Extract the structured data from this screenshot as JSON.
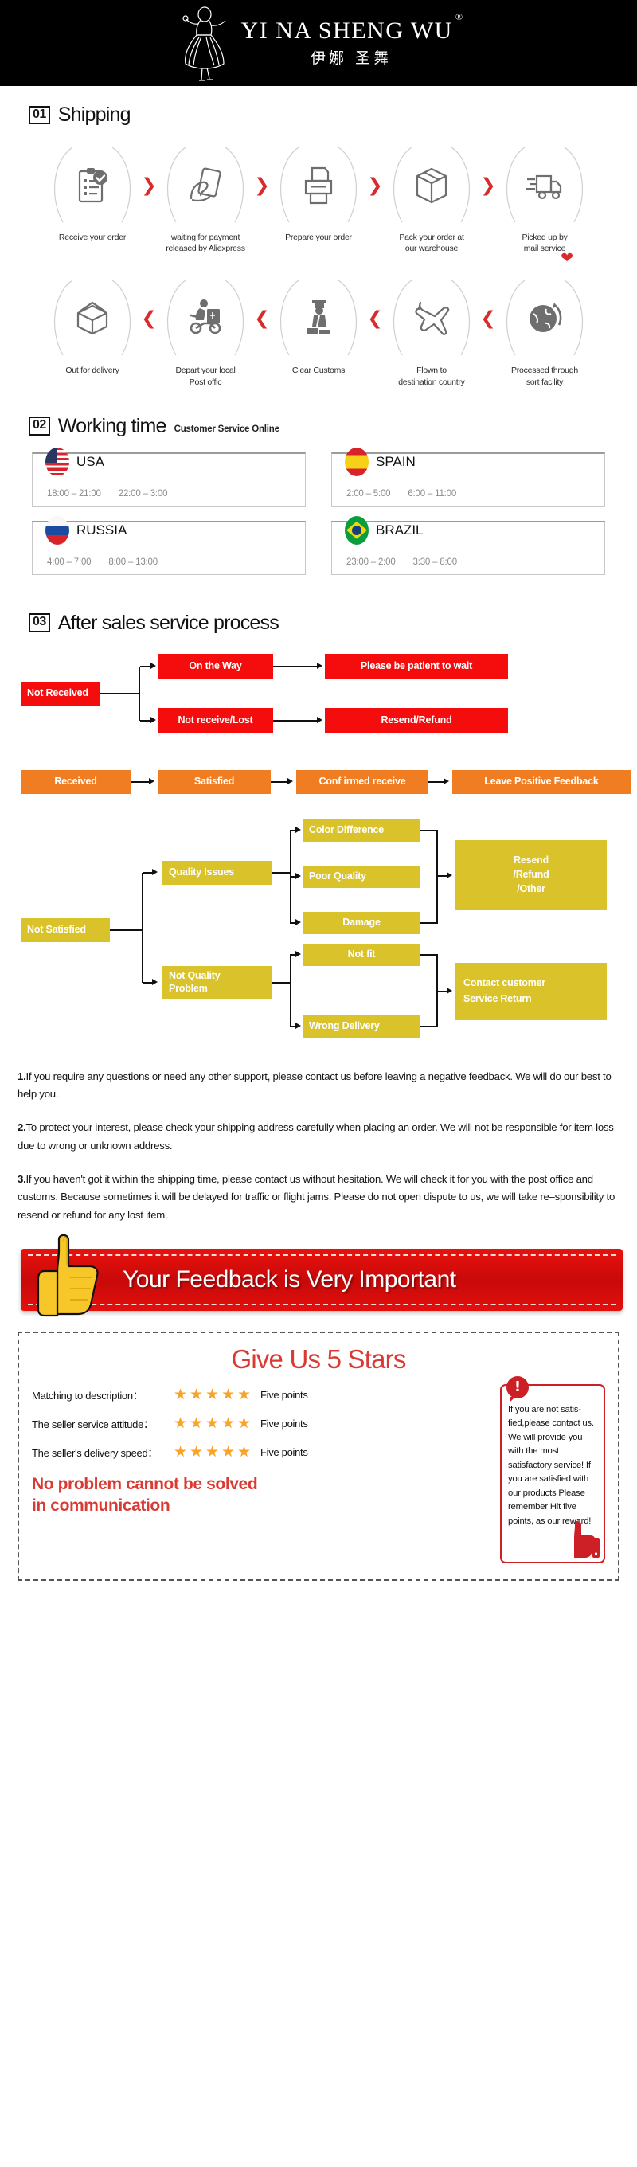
{
  "header": {
    "brand_en": "YI NA SHENG WU",
    "registered_mark": "®",
    "brand_cn": "伊娜 圣舞",
    "logo_icon": "dancer-logo-icon"
  },
  "sections": {
    "shipping": {
      "num": "01",
      "name": "Shipping"
    },
    "working_time": {
      "num": "02",
      "name": "Working time",
      "subtitle": "Customer Service Online"
    },
    "after_sales": {
      "num": "03",
      "name": "After sales service process"
    }
  },
  "shipping_steps_row1": [
    {
      "label": "Receive your order",
      "icon": "clipboard-check-icon"
    },
    {
      "label": "waiting for payment\nreleased by Aliexpress",
      "label_l1": "waiting for payment",
      "label_l2": "released by Aliexpress",
      "icon": "hand-card-icon"
    },
    {
      "label": "Prepare your order",
      "label_l1": "Prepare your order",
      "label_l2": "",
      "icon": "printer-icon"
    },
    {
      "label": "Pack your order at our warehouse",
      "label_l1": "Pack your order at",
      "label_l2": "our warehouse",
      "icon": "box-icon"
    },
    {
      "label": "Picked up by mail service",
      "label_l1": "Picked up by",
      "label_l2": "mail service",
      "icon": "truck-icon"
    }
  ],
  "shipping_steps_row2": [
    {
      "label_l1": "Out  for delivery",
      "label_l2": "",
      "icon": "open-box-icon"
    },
    {
      "label_l1": "Depart your local",
      "label_l2": "Post offic",
      "icon": "scooter-courier-icon"
    },
    {
      "label_l1": "Clear Customs",
      "label_l2": "",
      "icon": "customs-officer-icon"
    },
    {
      "label_l1": "Flown to",
      "label_l2": "destination country",
      "icon": "airplane-icon"
    },
    {
      "label_l1": "Processed through",
      "label_l2": "sort facility",
      "icon": "globe-icon"
    }
  ],
  "working_time": [
    {
      "country": "USA",
      "flag": "flag-usa-icon",
      "times": [
        "18:00 – 21:00",
        "22:00 – 3:00"
      ]
    },
    {
      "country": "SPAIN",
      "flag": "flag-spain-icon",
      "times": [
        "2:00 – 5:00",
        "6:00 – 11:00"
      ]
    },
    {
      "country": "RUSSIA",
      "flag": "flag-russia-icon",
      "times": [
        "4:00 – 7:00",
        "8:00 – 13:00"
      ]
    },
    {
      "country": "BRAZIL",
      "flag": "flag-brazil-icon",
      "times": [
        "23:00 – 2:00",
        "3:30 – 8:00"
      ]
    }
  ],
  "flow_red": {
    "root": "Not Received",
    "b1": "On the Way",
    "b1_out": "Please be patient to wait",
    "b2": "Not receive/Lost",
    "b2_out": "Resend/Refund"
  },
  "flow_orange": {
    "n1": "Received",
    "n2": "Satisfied",
    "n3": "Conf irmed receive",
    "n4": "Leave Positive Feedback"
  },
  "flow_yellow": {
    "root": "Not Satisfied",
    "quality": "Quality Issues",
    "q1": "Color Difference",
    "q2": "Poor Quality",
    "q3": "Damage",
    "q_out": "Resend\n/Refund\n/Other",
    "q_out_l1": "Resend",
    "q_out_l2": "/Refund",
    "q_out_l3": "/Other",
    "notquality_l1": "Not Quality",
    "notquality_l2": "Problem",
    "n1": "Not fit",
    "n2": "Wrong Delivery",
    "n_out_l1": "Contact customer",
    "n_out_l2": "Service Return"
  },
  "policy": [
    {
      "num": "1.",
      "text": "If you require any questions or need any other support, please contact us before leaving a negative feedback. We will do our best to help you."
    },
    {
      "num": "2.",
      "text": "To protect your interest, please check your shipping address carefully when placing an order. We will not be responsible for item loss due to wrong or unknown address."
    },
    {
      "num": "3.",
      "text": "If you haven't got it within the shipping time, please contact us without hesitation. We will check it for you with the post office and customs. Because sometimes it will be delayed for traffic or flight jams. Please do not open dispute to us, we will take re–sponsibility to resend or refund for any lost item."
    }
  ],
  "feedback_banner": {
    "text": "Your Feedback is Very Important",
    "icon": "thumbs-up-yellow-icon"
  },
  "stars_box": {
    "title": "Give Us 5 Stars",
    "rows": [
      {
        "label": "Matching to description：",
        "stars": 5,
        "points": "Five points"
      },
      {
        "label": "The seller service attitude：",
        "stars": 5,
        "points": "Five points"
      },
      {
        "label": "The seller's delivery speed：",
        "stars": 5,
        "points": "Five points"
      }
    ],
    "slogan_l1": "No problem cannot be solved",
    "slogan_l2": "in communication",
    "warning": {
      "badge": "!",
      "text": "If you are not satis-fied,please contact us. We will provide you with the most satisfactory service! If you are satisfied with our products Please remember Hit five points, as our reward!",
      "icon": "thumbs-up-red-icon"
    }
  },
  "colors": {
    "red": "#f50c0c",
    "orange": "#f07d22",
    "yellow": "#d9c22a",
    "banner_red": "#d0100c",
    "title_red": "#d93a33",
    "star": "#f9a328"
  }
}
